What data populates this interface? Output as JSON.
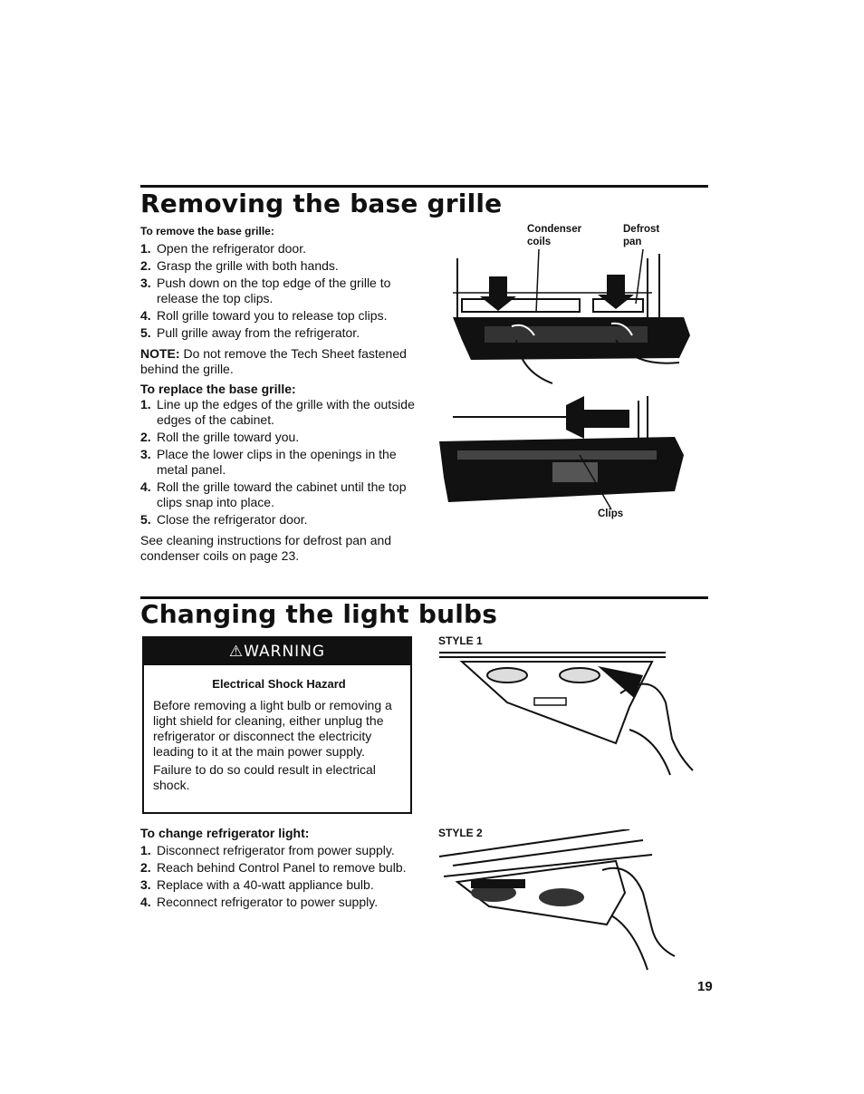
{
  "section1": {
    "title": "Removing the base grille",
    "remove_heading": "To remove the base grille:",
    "remove_steps": [
      "Open the refrigerator door.",
      "Grasp the grille with both hands.",
      "Push down on the top edge of the grille to release the top clips.",
      "Roll grille toward you to release top clips.",
      "Pull grille away from the refrigerator."
    ],
    "note_label": "NOTE:",
    "note_text": "Do not remove the Tech Sheet fastened behind the grille.",
    "replace_heading": "To replace the base grille:",
    "replace_steps": [
      "Line up the edges of the grille with the outside edges of the cabinet.",
      "Roll the grille toward you.",
      "Place the lower clips in the openings in the metal panel.",
      "Roll the grille toward the cabinet until the top clips snap into place.",
      "Close the refrigerator door."
    ],
    "see_text": "See cleaning instructions for defrost pan and condenser coils on page 23.",
    "fig_labels": {
      "condenser": "Condenser coils",
      "defrost": "Defrost pan",
      "clips": "Clips"
    }
  },
  "section2": {
    "title": "Changing the light bulbs",
    "warning": {
      "label": "WARNING",
      "hazard": "Electrical Shock Hazard",
      "text1": "Before removing a light bulb or removing a light shield for cleaning, either unplug the refrigerator or disconnect the electricity leading to it at the main power supply.",
      "text2": "Failure to do so could result in electrical shock."
    },
    "change_heading": "To change refrigerator light:",
    "change_steps": [
      "Disconnect refrigerator from power supply.",
      "Reach behind Control Panel to remove bulb.",
      "Replace with a 40-watt appliance bulb.",
      "Reconnect refrigerator to power supply."
    ],
    "style1": "STYLE 1",
    "style2": "STYLE 2"
  },
  "page_number": "19"
}
